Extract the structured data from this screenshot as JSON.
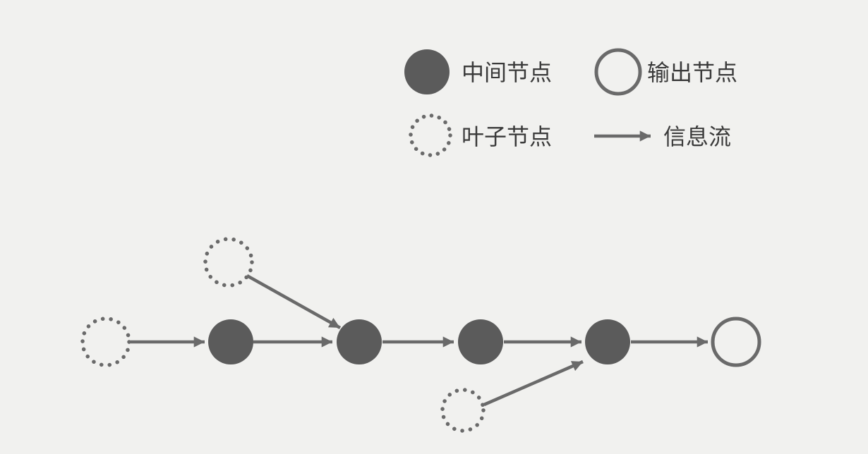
{
  "legend": {
    "intermediate_node": "中间节点",
    "output_node": "输出节点",
    "leaf_node": "叶子节点",
    "info_flow": "信息流"
  },
  "colors": {
    "background": "#f1f1ef",
    "node_fill": "#5b5b5b",
    "edge": "#6a6a6a",
    "text": "#3a3a3a"
  },
  "graph": {
    "nodes": [
      {
        "id": "leaf-1",
        "type": "leaf"
      },
      {
        "id": "leaf-2",
        "type": "leaf"
      },
      {
        "id": "leaf-3",
        "type": "leaf"
      },
      {
        "id": "mid-1",
        "type": "intermediate"
      },
      {
        "id": "mid-2",
        "type": "intermediate"
      },
      {
        "id": "mid-3",
        "type": "intermediate"
      },
      {
        "id": "mid-4",
        "type": "intermediate"
      },
      {
        "id": "out-1",
        "type": "output"
      }
    ],
    "edges": [
      {
        "from": "leaf-1",
        "to": "mid-1"
      },
      {
        "from": "mid-1",
        "to": "mid-2"
      },
      {
        "from": "leaf-2",
        "to": "mid-2"
      },
      {
        "from": "mid-2",
        "to": "mid-3"
      },
      {
        "from": "mid-3",
        "to": "mid-4"
      },
      {
        "from": "leaf-3",
        "to": "mid-4"
      },
      {
        "from": "mid-4",
        "to": "out-1"
      }
    ]
  }
}
